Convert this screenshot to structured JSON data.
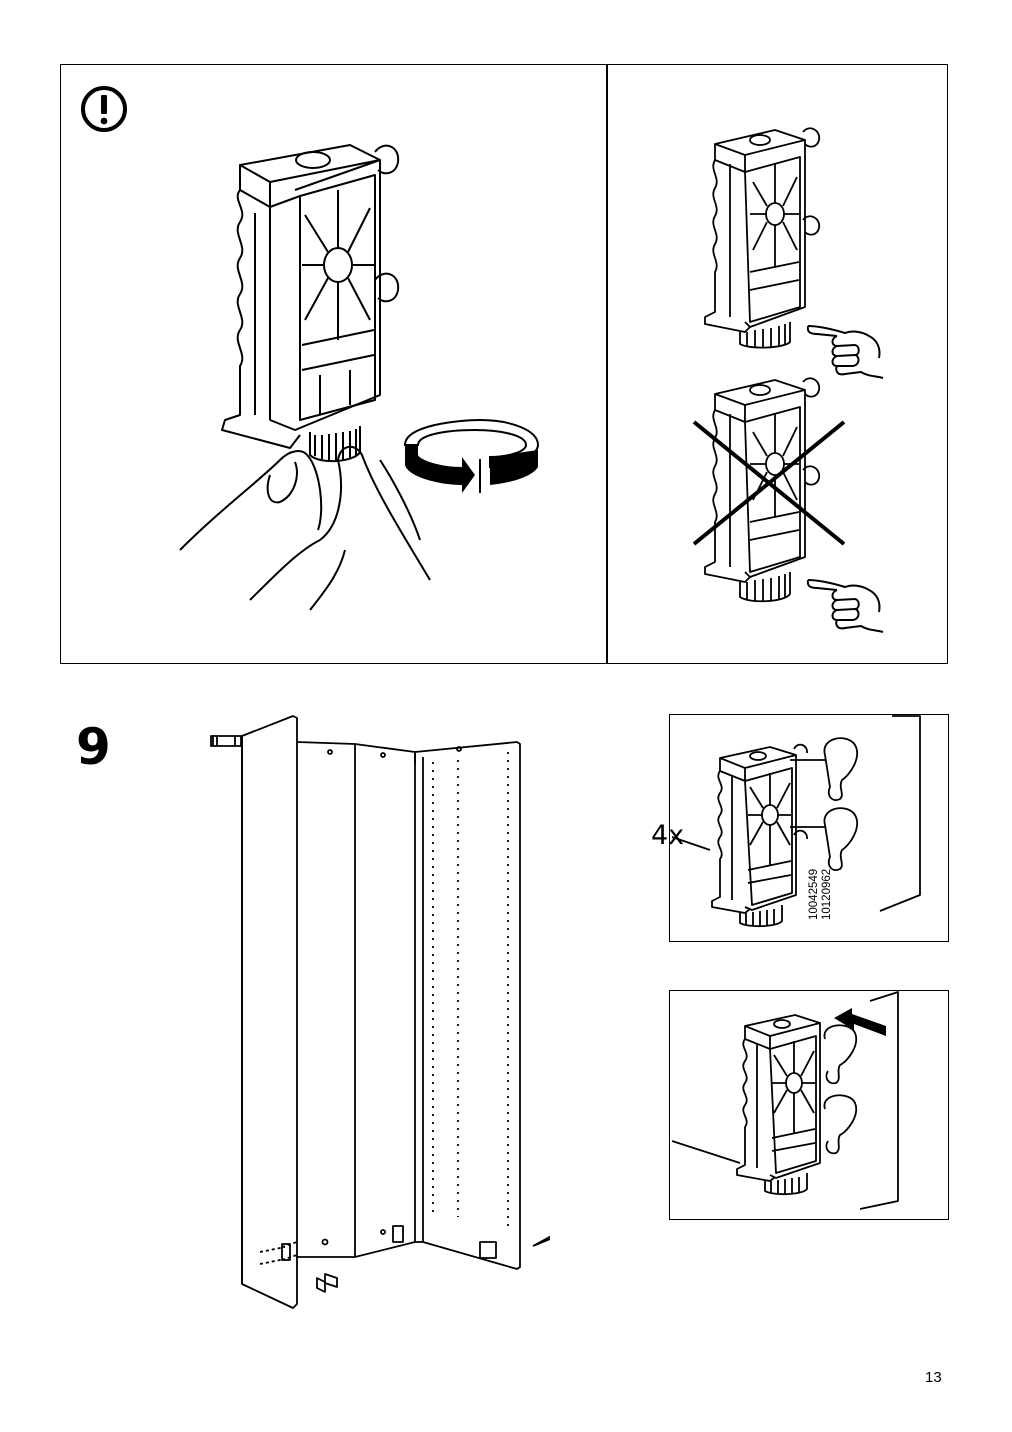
{
  "step": {
    "number": "9"
  },
  "callout": {
    "quantity": "4x",
    "part_numbers": [
      "10042549",
      "10120962"
    ]
  },
  "page": {
    "number": "13"
  },
  "icons": {
    "warning": "exclamation-circle-icon",
    "rotate": "rotate-arrow-icon",
    "push": "push-arrow-icon",
    "correct": "pointing-hand-icon",
    "incorrect": "cross-out-icon"
  }
}
